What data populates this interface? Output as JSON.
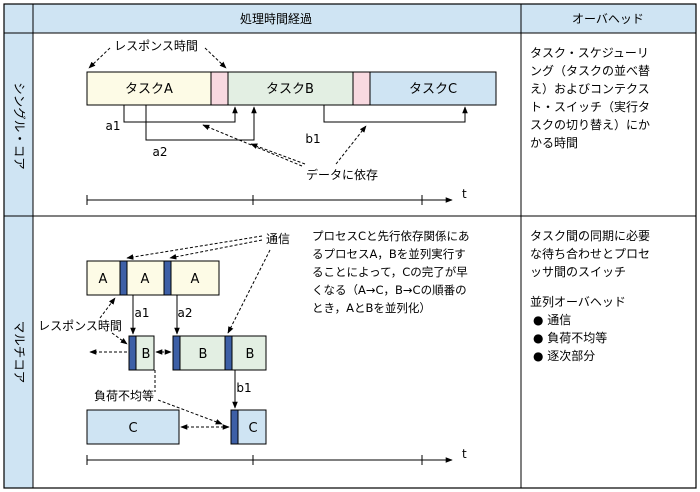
{
  "header": {
    "processing": "処理時間経過",
    "overhead": "オーバヘッド"
  },
  "single_core": {
    "row_label": "シングル・コア",
    "response_time": "レスポンス時間",
    "tasks": [
      "タスクA",
      "タスクB",
      "タスクC"
    ],
    "labels": {
      "a1": "a1",
      "a2": "a2",
      "b1": "b1"
    },
    "dependency": "データに依存",
    "time_axis": "t",
    "overhead_text": [
      "タスク・スケジューリ",
      "ング（タスクの並べ替",
      "え）およびコンテクス",
      "ト・スイッチ（実行タ",
      "スクの切り替え）にか",
      "かる時間"
    ]
  },
  "multi_core": {
    "row_label": "マルチコア",
    "communication": "通信",
    "response_time": "レスポンス時間",
    "blocks": {
      "a": "A",
      "b": "B",
      "c": "C"
    },
    "labels": {
      "a1": "a1",
      "a2": "a2",
      "b1": "b1"
    },
    "load_imbalance": "負荷不均等",
    "time_axis": "t",
    "note": [
      "プロセスCと先行依存関係にあ",
      "るプロセスA，Bを並列実行す",
      "ることによって，Cの完了が早",
      "くなる（A→C，B→Cの順番の",
      "とき，AとBを並列化）"
    ],
    "overhead_text": [
      "タスク間の同期に必要",
      "な待ち合わせとプロセ",
      "ッサ間のスイッチ"
    ],
    "parallel_overhead_title": "並列オーバヘッド",
    "parallel_overhead_items": [
      "● 通信",
      "● 負荷不均等",
      "● 逐次部分"
    ]
  },
  "colors": {
    "task_a": "#fdfbe6",
    "task_b": "#e3efe3",
    "task_c": "#cfe4f3",
    "switch": "#f8d9e0",
    "comm": "#3d5fa6",
    "header_bg": "#cfe4f3"
  }
}
